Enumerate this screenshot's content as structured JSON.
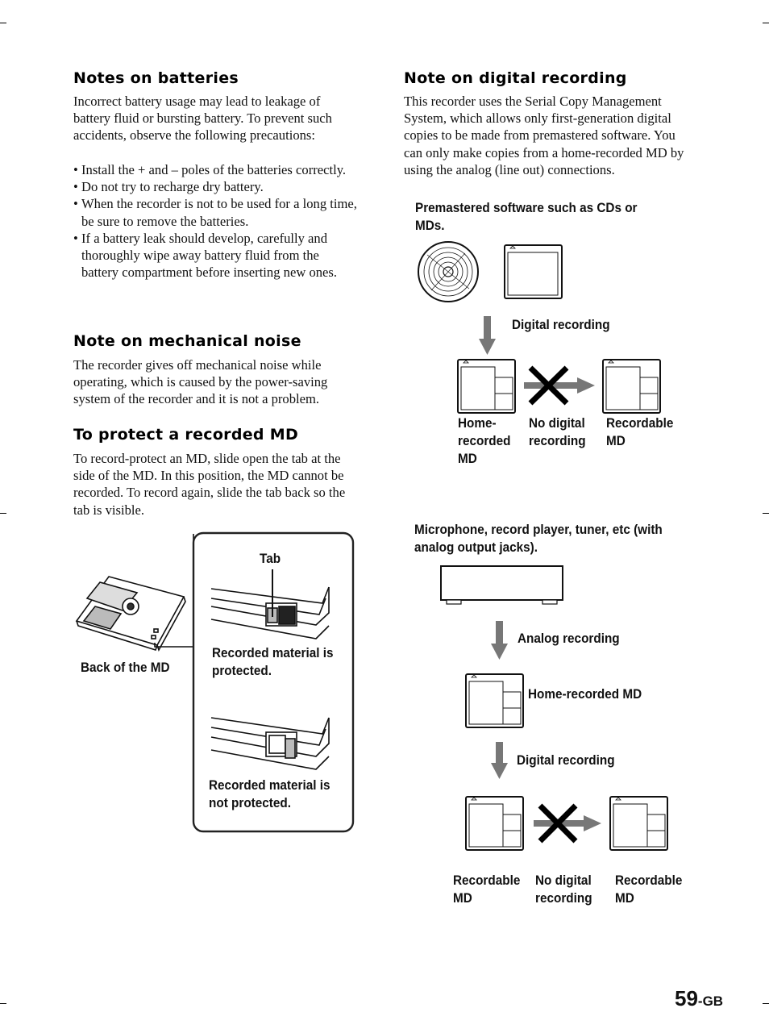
{
  "left": {
    "batteries": {
      "heading": "Notes on batteries",
      "intro": "Incorrect battery usage may lead to leakage of battery fluid or bursting battery. To prevent such accidents, observe the following precautions:",
      "bullets": [
        "Install the + and – poles of the batteries correctly.",
        "Do not try to recharge dry battery.",
        "When the recorder is not to be used for a long time, be sure to remove the batteries.",
        "If a battery leak should develop, carefully and thoroughly wipe away battery fluid from the battery compartment before inserting new ones."
      ]
    },
    "noise": {
      "heading": "Note on mechanical noise",
      "body": "The recorder gives off mechanical noise while operating, which is caused by the power-saving system of the recorder and it is not a problem."
    },
    "protect": {
      "heading": "To protect a recorded MD",
      "body": "To record-protect an MD, slide open the tab at the side of the MD. In this position, the MD cannot be recorded. To record again, slide the tab back so the tab is visible."
    },
    "figure": {
      "tab_label": "Tab",
      "back_label": "Back of the MD",
      "protected_label": "Recorded material is protected.",
      "not_protected_label": "Recorded material is not protected."
    }
  },
  "right": {
    "digital": {
      "heading": "Note on digital recording",
      "body": "This recorder uses the Serial Copy Management System, which allows only first-generation digital copies to be made from premastered software. You can only make copies from a home-recorded MD by using the analog (line out) connections."
    },
    "diagram1": {
      "source_label": "Premastered software such as CDs or MDs.",
      "arrow_label": "Digital recording",
      "home_md_label": "Home-recorded MD",
      "no_digital_label": "No digital recording",
      "recordable_label": "Recordable MD"
    },
    "diagram2": {
      "source_label": "Microphone, record player, tuner, etc (with analog output jacks).",
      "analog_label": "Analog recording",
      "home_md_label": "Home-recorded MD",
      "digital_label": "Digital recording",
      "recordable_left_label": "Recordable MD",
      "no_digital_label": "No digital recording",
      "recordable_right_label": "Recordable MD"
    }
  },
  "page_number": {
    "number": "59",
    "suffix": "-GB"
  }
}
